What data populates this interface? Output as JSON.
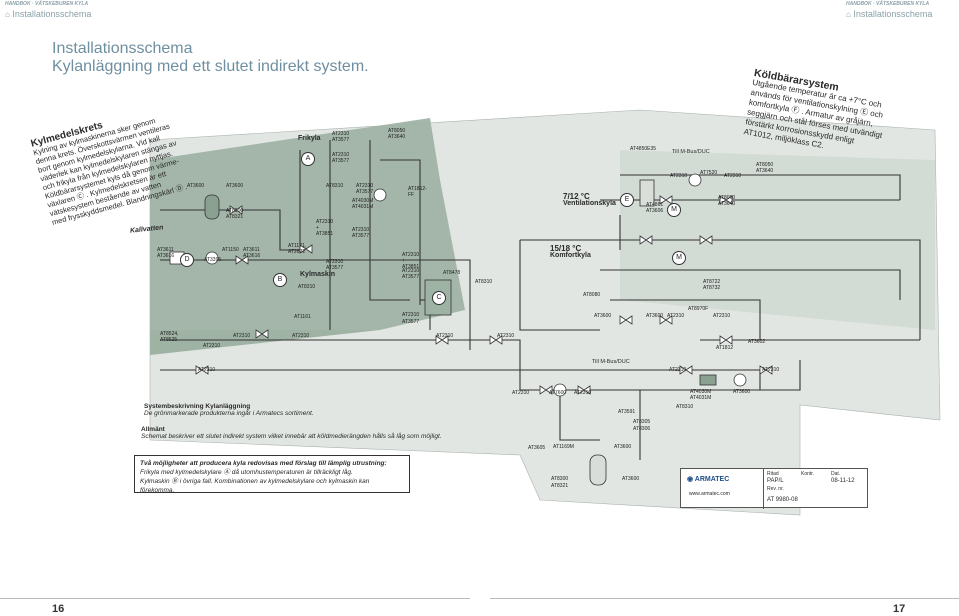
{
  "header": {
    "left_small": "HANDBOK · VÄTSKEBUREN KYLA",
    "left_section": "Installationsschema",
    "right_small": "HANDBOK · VÄTSKEBUREN KYLA",
    "right_section": "Installationsschema"
  },
  "title": {
    "line1": "Installationsschema",
    "line2": "Kylanläggning med ett slutet indirekt system."
  },
  "notes": {
    "kylmedel_heading": "Kylmedelskrets",
    "kylmedel_lines": [
      "Kylning av kylmaskinerna sker genom",
      "denna krets. Överskottsvärmen ventileras",
      "bort genom kylmedelskylarna. Vid kall",
      "väderlek kan kylmedelskylaren stängas av",
      "och frikyla från kylmedelskylaren nyttjas.",
      "Köldbärarsystemet kyls då genom värme-",
      "växlaren Ⓒ . Kylmedelskretsen är ett",
      "vätskesystem bestående av vatten",
      "med frysskyddsmedel. Blandningskärl Ⓓ ."
    ],
    "kold_heading": "Köldbärarsystem",
    "kold_lines": [
      "Utgående temperatur är ca +7°C och",
      "används för ventilationskylning Ⓔ och",
      "komfortkyla Ⓕ . Armatur av gråjärn,",
      "seggjärn och stål förses med utvändigt",
      "förstärkt korrosionsskydd enligt",
      "AT1012, miljöklass C2."
    ]
  },
  "diagram": {
    "kallvatten": "Kallvatten",
    "frikyla": "Frikyla",
    "kylmaskin": "Kylmaskin",
    "ventilation_temp": "7/12 °C",
    "ventilation_label": "Ventilationskyla",
    "komfort_temp": "15/18 °C",
    "komfort_label": "Komfortkyla",
    "till_mbus_top": "Till M-Bus/DUC",
    "till_mbus_mid": "Till M-Bus/DUC",
    "markers": {
      "A": "A",
      "B": "B",
      "C": "C",
      "D": "D",
      "E": "E",
      "M1": "M",
      "M2": "M"
    },
    "labels": [
      "AT2310",
      "AT3577",
      "AT2310",
      "AT3577",
      "AT8050",
      "AT3640",
      "AT3600",
      "AT3600",
      "AT8300",
      "AT8321",
      "AT8310",
      "AT2310",
      "AT3577",
      "AT4030M",
      "AT4031M",
      "AT1812-FF",
      "AT2310 + AT3851",
      "AT2310",
      "AT3577",
      "AT3611",
      "AT3616",
      "AT3395",
      "AT1150",
      "AT3611",
      "AT3616",
      "AT1171, AT2672",
      "AT2310",
      "AT3577",
      "AT8310",
      "AT1161",
      "AT2310 + AT3851",
      "AT2310",
      "AT3577",
      "AT8478",
      "AT8310",
      "AT2310",
      "AT3577",
      "AT8524, AT8525",
      "AT2310",
      "AT2310",
      "AT2310",
      "AT2310",
      "AT2310",
      "AT2310",
      "AT4850E35",
      "AT2310",
      "AT7520",
      "AT2310",
      "AT8050",
      "AT3640",
      "AT4861",
      "AT3606",
      "AT8060",
      "AT3640",
      "AT8722",
      "AT8732",
      "AT8080",
      "AT3600",
      "AT3600",
      "AT2310",
      "AT2310",
      "AT8970F",
      "AT1812",
      "AT3602",
      "AT2310",
      "AT2310",
      "AT7600",
      "AT2310",
      "AT4030M",
      "AT4031M",
      "AT3600",
      "AT3591",
      "AT8305",
      "AT8306",
      "AT8310",
      "AT3605",
      "AT1169M",
      "AT3600",
      "AT8300",
      "AT8321",
      "AT3600",
      "AT2310"
    ]
  },
  "system_desc": {
    "heading": "Systembeskrivning Kylanläggning",
    "text": "De grönmarkerade produkterna ingår i Armatecs sortiment."
  },
  "allmant": {
    "heading": "Allmänt",
    "text": "Schemat beskriver ett slutet indirekt system vilket innebär att köldmedierängden hålls så låg som möjligt."
  },
  "two_ways": {
    "heading": "Två möjligheter att producera kyla redovisas med förslag till lämplig utrustning:",
    "line1": "Frikyla med kylmedelskylare Ⓐ då utomhustemperaturen är tillräckligt låg.",
    "line2": "Kylmaskin Ⓑ i övriga fall. Kombinationen av kylmedelskylare och kylmaskin kan förekomma."
  },
  "titleblock": {
    "logo": "ARMATEC",
    "url": "www.armatec.com",
    "f1_label": "Ritad",
    "f1_val": "PAP/L",
    "f2_label": "Kontr.",
    "f2_val": "",
    "f3_label": "Dat.",
    "f3_val": "08-11-12",
    "f4_label": "Rev. nr.",
    "f4_val": "",
    "drawing_no": "AT 9980-08"
  },
  "pages": {
    "left": "16",
    "right": "17"
  },
  "colors": {
    "green_area": "#9fb5a7",
    "light_area": "#dfe5e0",
    "accent": "#6f8fa0",
    "pipe": "#333333"
  }
}
